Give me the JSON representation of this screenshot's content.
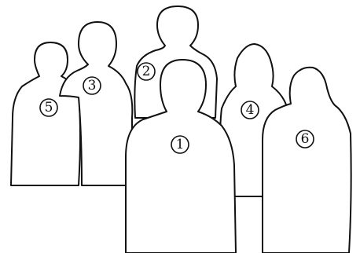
{
  "figures": [
    {
      "id": "person-5",
      "number": "5"
    },
    {
      "id": "person-3",
      "number": "3"
    },
    {
      "id": "person-2",
      "number": "2"
    },
    {
      "id": "person-4",
      "number": "4"
    },
    {
      "id": "person-1",
      "number": "1"
    },
    {
      "id": "person-6",
      "number": "6"
    }
  ],
  "colors": {
    "outline": "#111111",
    "background": "#ffffff"
  }
}
